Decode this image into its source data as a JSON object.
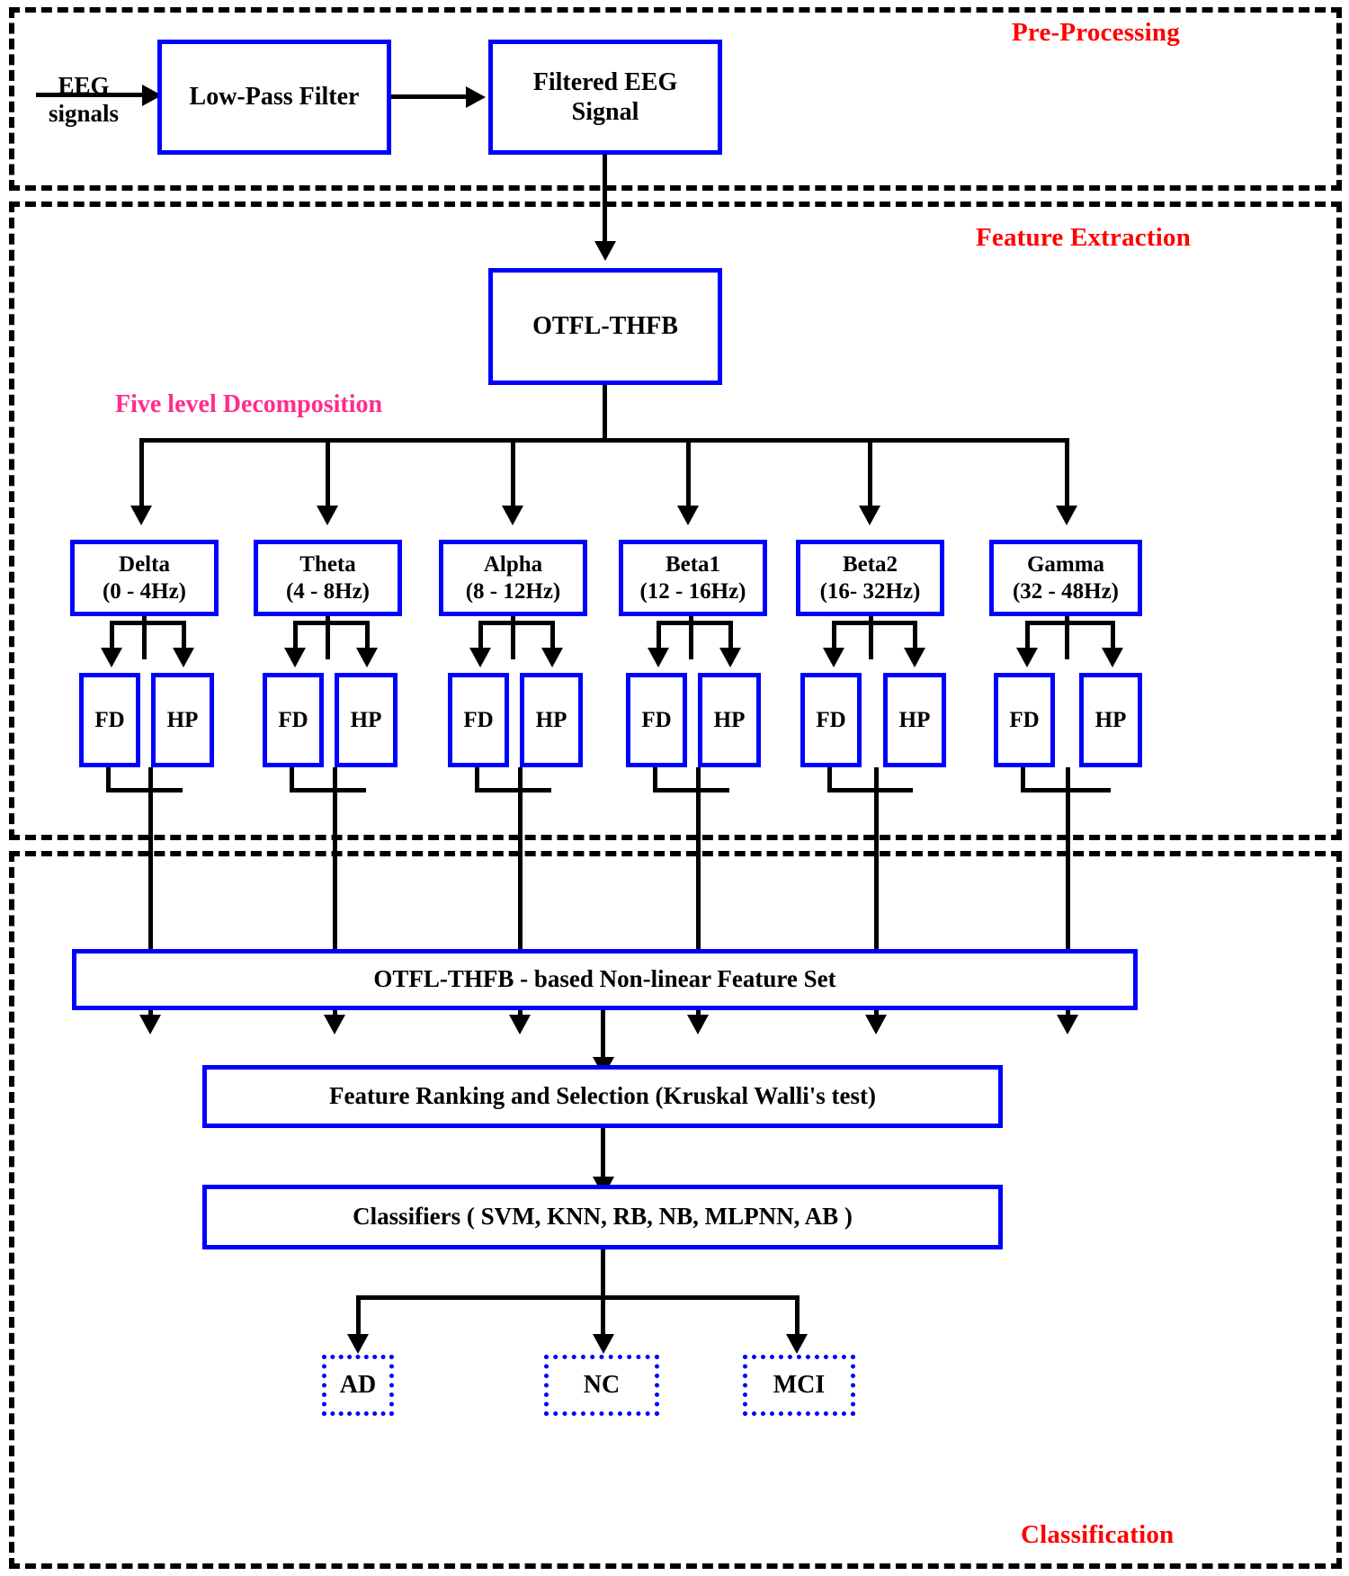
{
  "diagram": {
    "title": "EEG signal processing and classification pipeline",
    "colors": {
      "box_border": "#0000FF",
      "section_border": "#000000",
      "section_label": "#FF0000",
      "decomposition_label": "#FF2D8D",
      "connector": "#000000",
      "background": "#FFFFFF"
    }
  },
  "sections": {
    "preprocessing": {
      "label": "Pre-Processing"
    },
    "feature_extraction": {
      "label": "Feature Extraction"
    },
    "classification": {
      "label": "Classification"
    }
  },
  "preprocessing": {
    "input_line1": "EEG",
    "input_line2": "signals",
    "lowpass_filter": "Low-Pass Filter",
    "filtered_line1": "Filtered EEG",
    "filtered_line2": "Signal"
  },
  "feature_extraction": {
    "transform": "OTFL-THFB",
    "decomposition_label": "Five level Decomposition",
    "bands": [
      {
        "name": "Delta",
        "range": "(0 - 4Hz)",
        "sub": [
          "FD",
          "HP"
        ]
      },
      {
        "name": "Theta",
        "range": "(4 - 8Hz)",
        "sub": [
          "FD",
          "HP"
        ]
      },
      {
        "name": "Alpha",
        "range": "(8 - 12Hz)",
        "sub": [
          "FD",
          "HP"
        ]
      },
      {
        "name": "Beta1",
        "range": "(12 - 16Hz)",
        "sub": [
          "FD",
          "HP"
        ]
      },
      {
        "name": "Beta2",
        "range": "(16- 32Hz)",
        "sub": [
          "FD",
          "HP"
        ]
      },
      {
        "name": "Gamma",
        "range": "(32 - 48Hz)",
        "sub": [
          "FD",
          "HP"
        ]
      }
    ]
  },
  "classification": {
    "feature_set": "OTFL-THFB - based Non-linear Feature Set",
    "ranking": "Feature Ranking and Selection (Kruskal Walli's test)",
    "classifiers": "Classifiers ( SVM, KNN, RB, NB, MLPNN, AB )",
    "outputs": [
      "AD",
      "NC",
      "MCI"
    ]
  }
}
